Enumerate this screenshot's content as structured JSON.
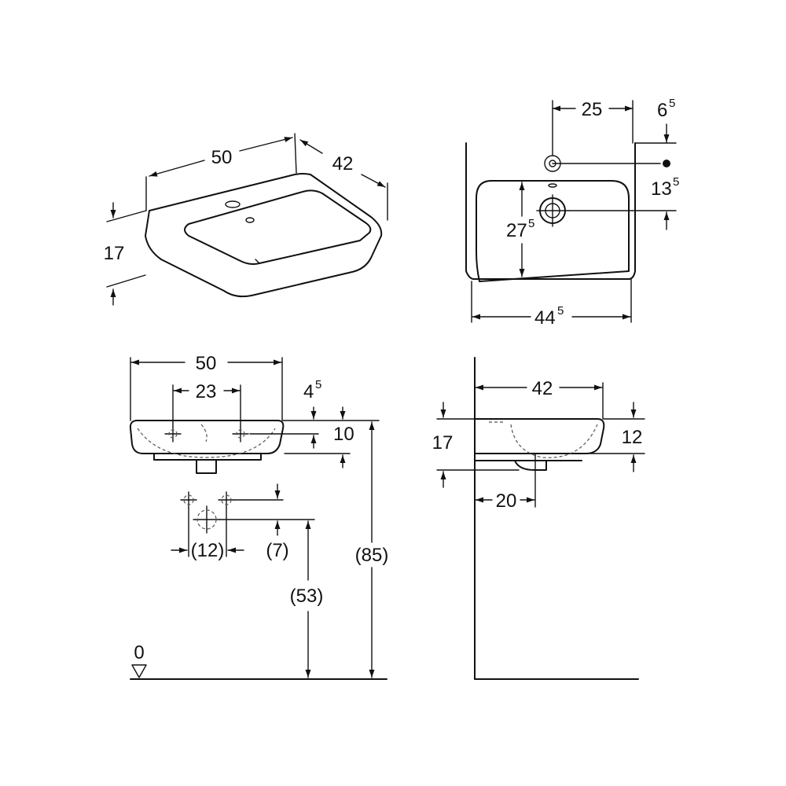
{
  "perspective_view": {
    "width": "50",
    "depth": "42",
    "height": "17"
  },
  "top_view": {
    "tap_offset": "25",
    "tap_edge_main": "6",
    "tap_edge_sup": "5",
    "overflow_main": "13",
    "overflow_sup": "5",
    "bowl_depth_main": "27",
    "bowl_depth_sup": "5",
    "bowl_width_main": "44",
    "bowl_width_sup": "5"
  },
  "front_view": {
    "width": "50",
    "fixing_spacing": "23",
    "rim_main": "4",
    "rim_sup": "5",
    "fixing_height": "10",
    "supply_spacing": "(12)",
    "supply_offset": "(7)",
    "waste_height": "(53)",
    "mount_height": "(85)",
    "floor_label": "0"
  },
  "side_view": {
    "depth": "42",
    "height": "17",
    "bowl_height": "12",
    "waste_offset": "20"
  }
}
